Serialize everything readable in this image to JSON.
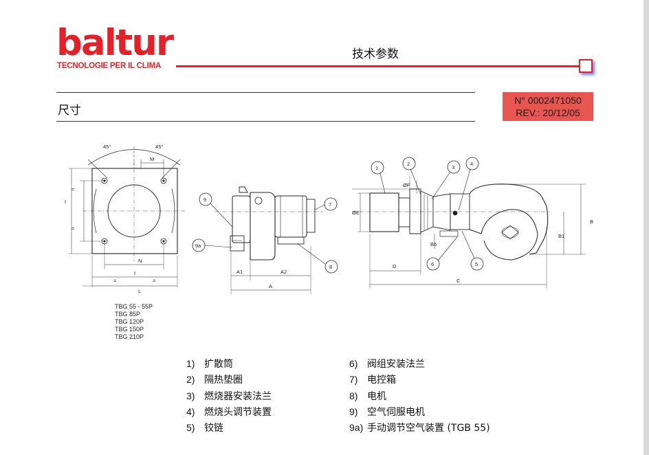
{
  "header": {
    "logo_word": "baltur",
    "logo_tagline": "TECNOLOGIE PER IL CLIMA",
    "title": "技术参数"
  },
  "section": {
    "title": "尺寸"
  },
  "doc": {
    "number": "N° 0002471050",
    "revision": "REV.: 20/12/05"
  },
  "drawing_labels": {
    "angle_left": "45°",
    "angle_right": "45°",
    "dim_M": "M",
    "dim_N": "N",
    "dim_I": "I",
    "dim_L": "L",
    "dim_I_vert": "I",
    "dim_eq": "=",
    "dim_A": "A",
    "dim_A1": "A1",
    "dim_A2": "A2",
    "dim_D": "D",
    "dim_C": "C",
    "dim_B": "B",
    "dim_B1": "B1",
    "dim_B6": "B6",
    "dim_OE": "ØE",
    "dim_OF": "ØF",
    "callout_1": "1",
    "callout_2": "2",
    "callout_3": "3",
    "callout_4": "4",
    "callout_5": "5",
    "callout_6": "6",
    "callout_7": "7",
    "callout_8": "8",
    "callout_9": "9",
    "callout_9a": "9a"
  },
  "models": [
    "TBG 55 - 55P",
    "TBG 85P",
    "TBG 120P",
    "TBG 150P",
    "TBG 210P"
  ],
  "legend_left": [
    {
      "num": "1)",
      "text": "扩散筒"
    },
    {
      "num": "2)",
      "text": "隔热垫圈"
    },
    {
      "num": "3)",
      "text": "燃烧器安装法兰"
    },
    {
      "num": "4)",
      "text": "燃烧头调节装置"
    },
    {
      "num": "5)",
      "text": "铰链"
    }
  ],
  "legend_right": [
    {
      "num": "6)",
      "text": "阀组安装法兰"
    },
    {
      "num": "7)",
      "text": "电控箱"
    },
    {
      "num": "8)",
      "text": "电机"
    },
    {
      "num": "9)",
      "text": "空气伺服电机"
    },
    {
      "num": "9a)",
      "text": "手动调节空气装置 (TGB 55)"
    }
  ],
  "colors": {
    "brand_red": "#e32128",
    "doc_box": "#e8564f"
  }
}
